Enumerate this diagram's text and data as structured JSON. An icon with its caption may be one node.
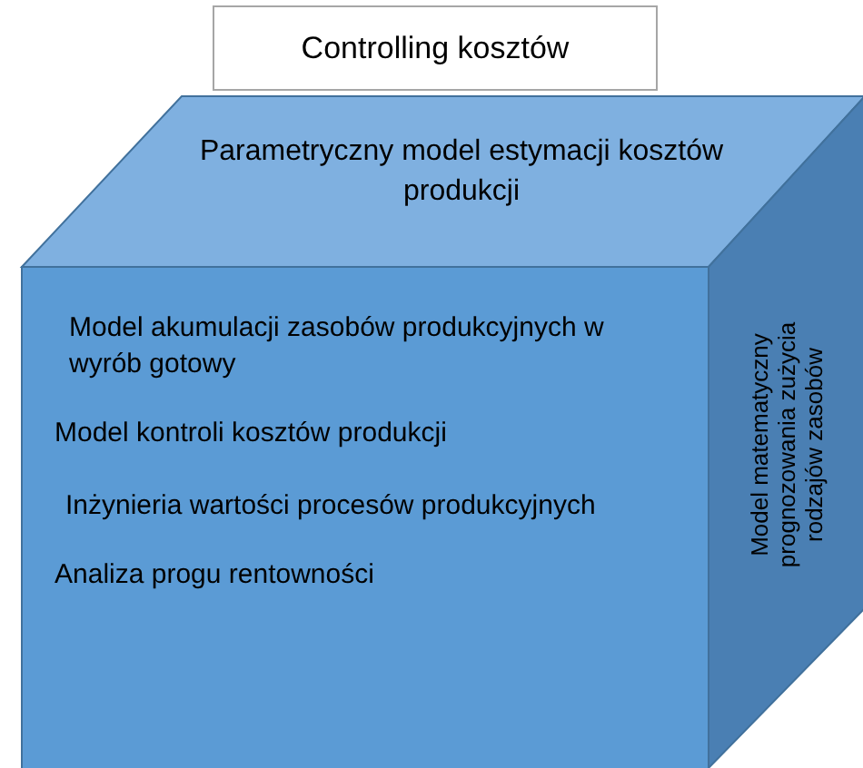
{
  "diagram": {
    "nodes": [
      {
        "text": [
          "Controlling kosztów"
        ]
      },
      {
        "text": [
          "Parametryczny model estymacji kosztów produkcji"
        ]
      },
      {
        "text": [
          "Model akumulacji zasobów produkcyjnych w wyrób gotowy",
          "Model kontroli kosztów produkcji",
          "Inżynieria wartości procesów produkcyjnych",
          "Analiza progu rentowności"
        ]
      },
      {
        "text": [
          "Model matematyczny prognozowania zużycia rodzajów zasobów"
        ]
      }
    ]
  }
}
